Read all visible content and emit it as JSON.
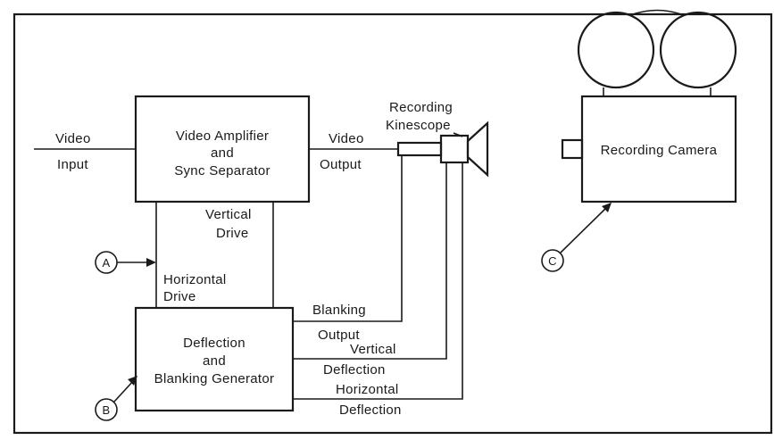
{
  "blocks": {
    "amplifier": [
      "Video Amplifier",
      "and",
      "Sync Separator"
    ],
    "deflection": [
      "Deflection",
      "and",
      "Blanking Generator"
    ],
    "camera": "Recording Camera",
    "kinescope": [
      "Recording",
      "Kinescope"
    ]
  },
  "labels": {
    "video_input": [
      "Video",
      "Input"
    ],
    "video_output": [
      "Video",
      "Output"
    ],
    "vertical_drive": [
      "Vertical",
      "Drive"
    ],
    "horizontal_drive": [
      "Horizontal",
      "Drive"
    ],
    "blanking_output": [
      "Blanking",
      "Output"
    ],
    "vertical_deflection": [
      "Vertical",
      "Deflection"
    ],
    "horizontal_deflection": [
      "Horizontal",
      "Deflection"
    ]
  },
  "callouts": {
    "a": "A",
    "b": "B",
    "c": "C"
  }
}
